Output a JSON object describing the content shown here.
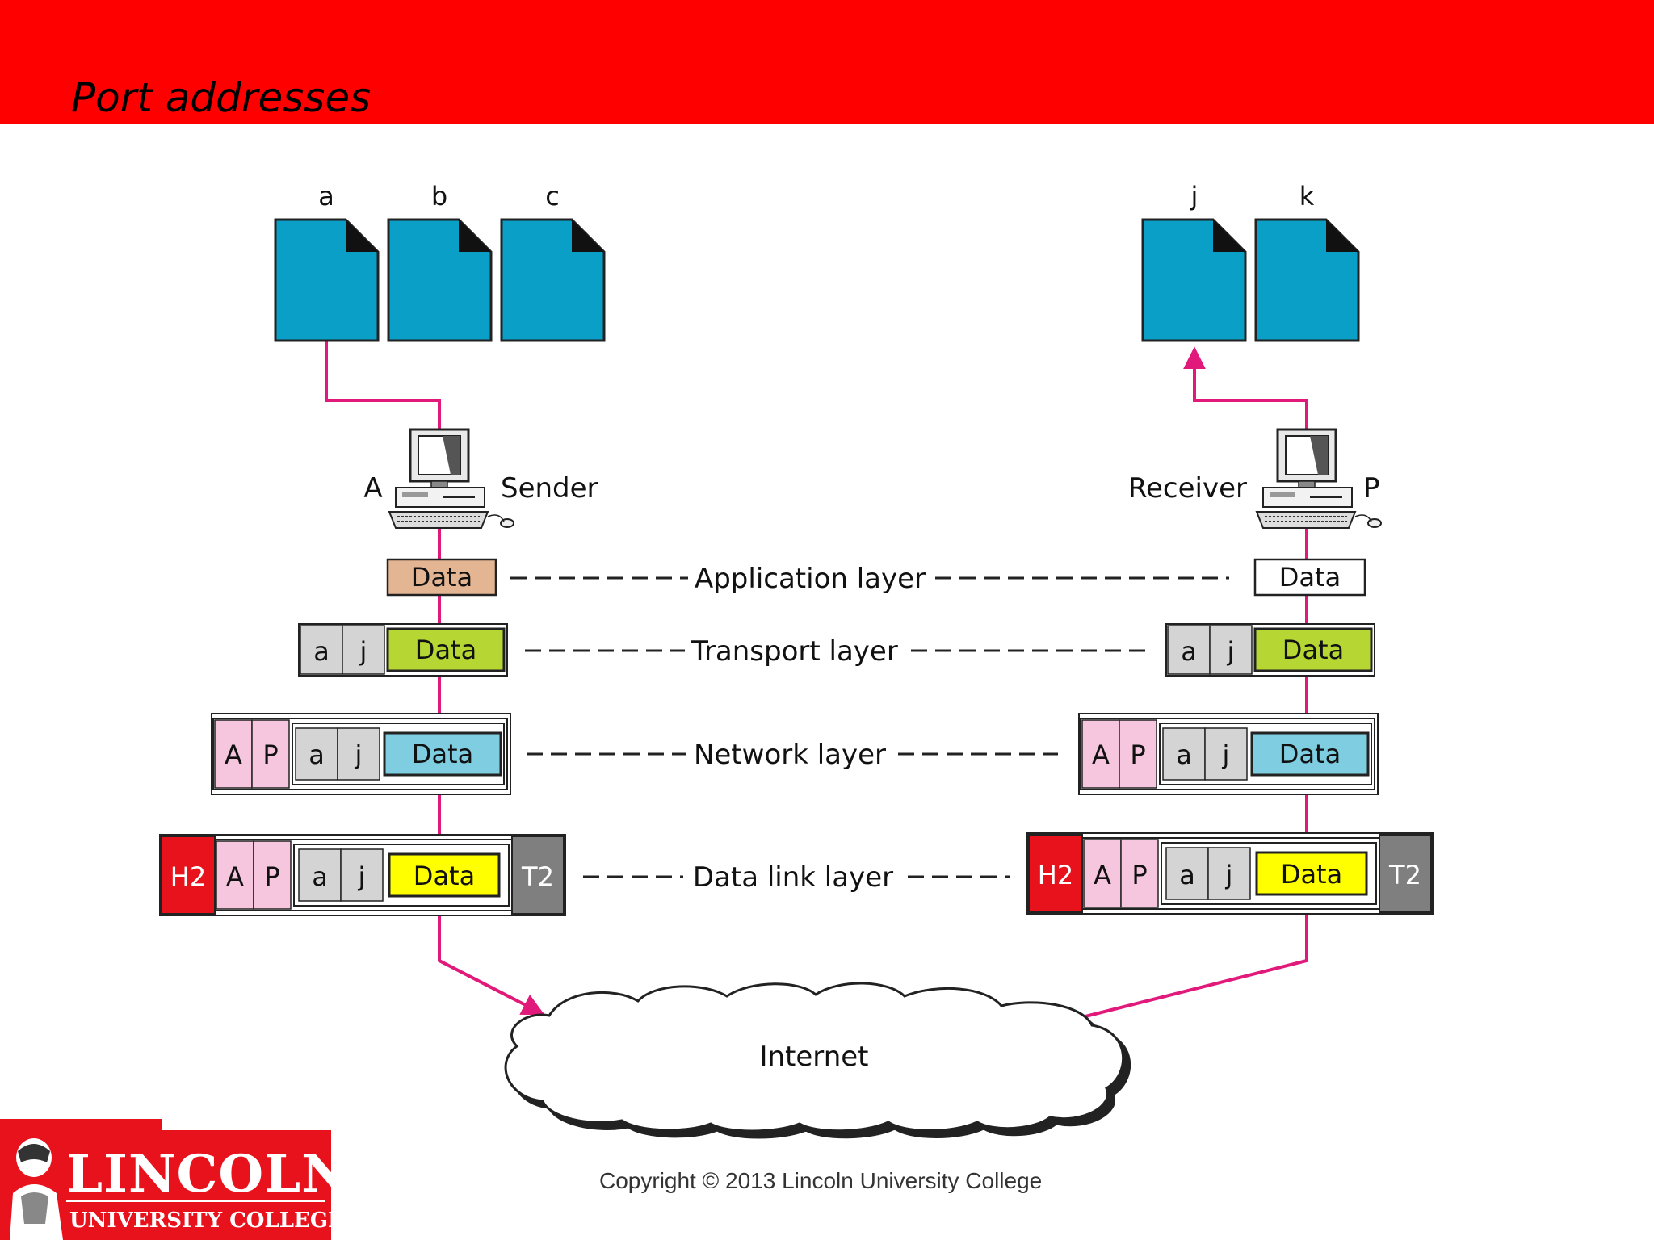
{
  "header": {
    "title": "Port addresses",
    "color": "#ff0000"
  },
  "documents": {
    "sender": [
      "a",
      "b",
      "c"
    ],
    "receiver": [
      "j",
      "k"
    ],
    "color": "#0a9fc7"
  },
  "hosts": {
    "sender": {
      "label": "Sender",
      "address": "A"
    },
    "receiver": {
      "label": "Receiver",
      "address": "P"
    }
  },
  "layers": {
    "application": "Application layer",
    "transport": "Transport layer",
    "network": "Network layer",
    "datalink": "Data link layer"
  },
  "packet": {
    "data": "Data",
    "src_port": "a",
    "dst_port": "j",
    "src_addr": "A",
    "dst_addr": "P",
    "header": "H2",
    "trailer": "T2"
  },
  "colors": {
    "app_data_sender": "#e4b592",
    "transport_data": "#b5d633",
    "network_data": "#7ecde0",
    "datalink_data": "#ffff00",
    "addr_cells": "#f5c6dd",
    "port_cells": "#d4d4d4",
    "h2": "#e8121c",
    "t2": "#7f7f7f",
    "link": "#e0197a"
  },
  "cloud": {
    "label": "Internet"
  },
  "footer": {
    "copyright": "Copyright © 2013 Lincoln University College",
    "logo_name": "LINCOLN",
    "logo_sub": "UNIVERSITY COLLEGE"
  }
}
